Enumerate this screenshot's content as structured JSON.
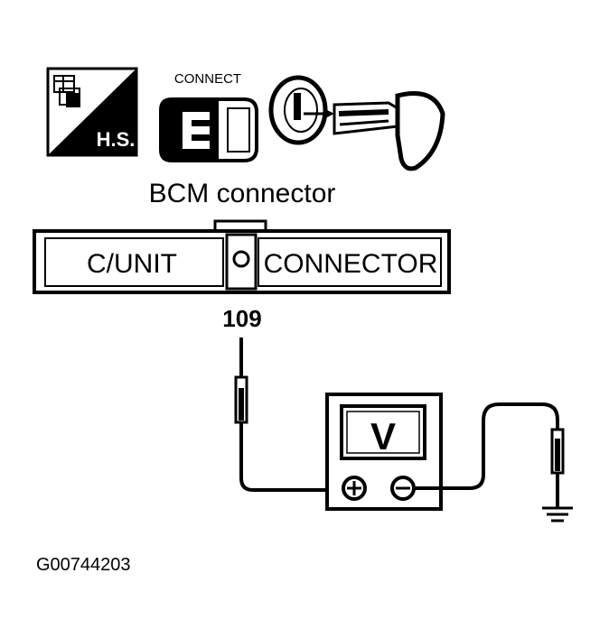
{
  "icons": {
    "harness_label": "H.S.",
    "connect_label": "CONNECT",
    "harness_icon": "harness-service-icon",
    "connect_icon": "connector-plug-icon",
    "key_icon": "ignition-key-off-icon"
  },
  "connector": {
    "title": "BCM connector",
    "left_label": "C/UNIT",
    "right_label": "CONNECTOR",
    "terminal_number": "109"
  },
  "meter": {
    "symbol": "V",
    "plus_icon": "plus-terminal-icon",
    "minus_icon": "minus-terminal-icon"
  },
  "ground_icon": "ground-symbol-icon",
  "figure_id": "G00744203",
  "colors": {
    "ink": "#000000",
    "paper": "#ffffff"
  }
}
